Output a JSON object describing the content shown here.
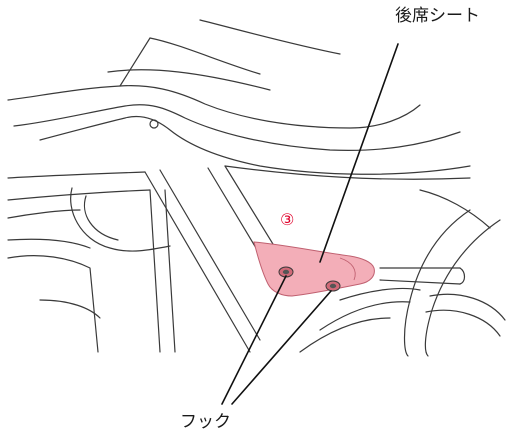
{
  "labels": {
    "rear_seat": "後席シート",
    "hook": "フック",
    "step_number": "③"
  },
  "colors": {
    "line": "#3a3a3a",
    "pad_fill": "#f3aeb8",
    "pad_stroke": "#c06070",
    "step_number": "#e0002a",
    "leader": "#111111"
  },
  "icons": {
    "hook_left": "hook-icon",
    "hook_right": "hook-icon"
  }
}
